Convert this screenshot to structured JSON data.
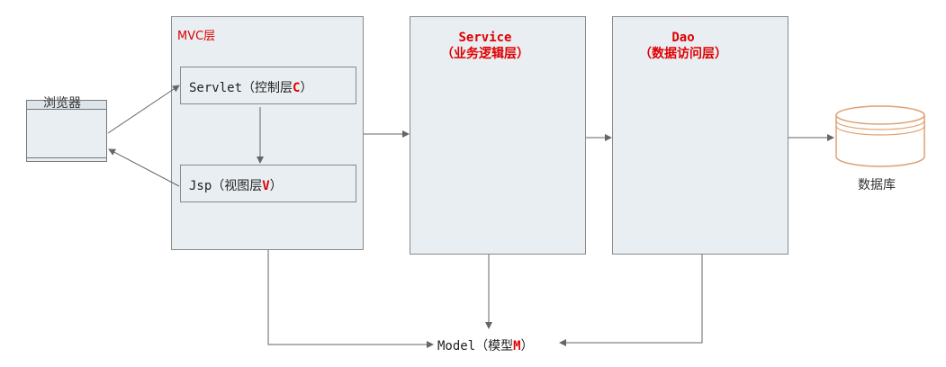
{
  "browser": {
    "label": "浏览器"
  },
  "mvc_layer": {
    "title": "MVC层",
    "servlet": {
      "label": "Servlet（控制层",
      "suffix": "C",
      "close": "）"
    },
    "jsp": {
      "label": "Jsp（视图层",
      "suffix": "V",
      "close": "）"
    }
  },
  "service_layer": {
    "title_line1": "Service",
    "title_line2": "（业务逻辑层）"
  },
  "dao_layer": {
    "title_line1": "Dao",
    "title_line2": "（数据访问层）"
  },
  "database": {
    "label": "数据库"
  },
  "model": {
    "label": "Model（模型",
    "suffix": "M",
    "close": "）"
  },
  "colors": {
    "box_fill": "#e8eef2",
    "accent_red": "#e00000",
    "arrow": "#666666",
    "db_stroke": "#e0a070"
  }
}
